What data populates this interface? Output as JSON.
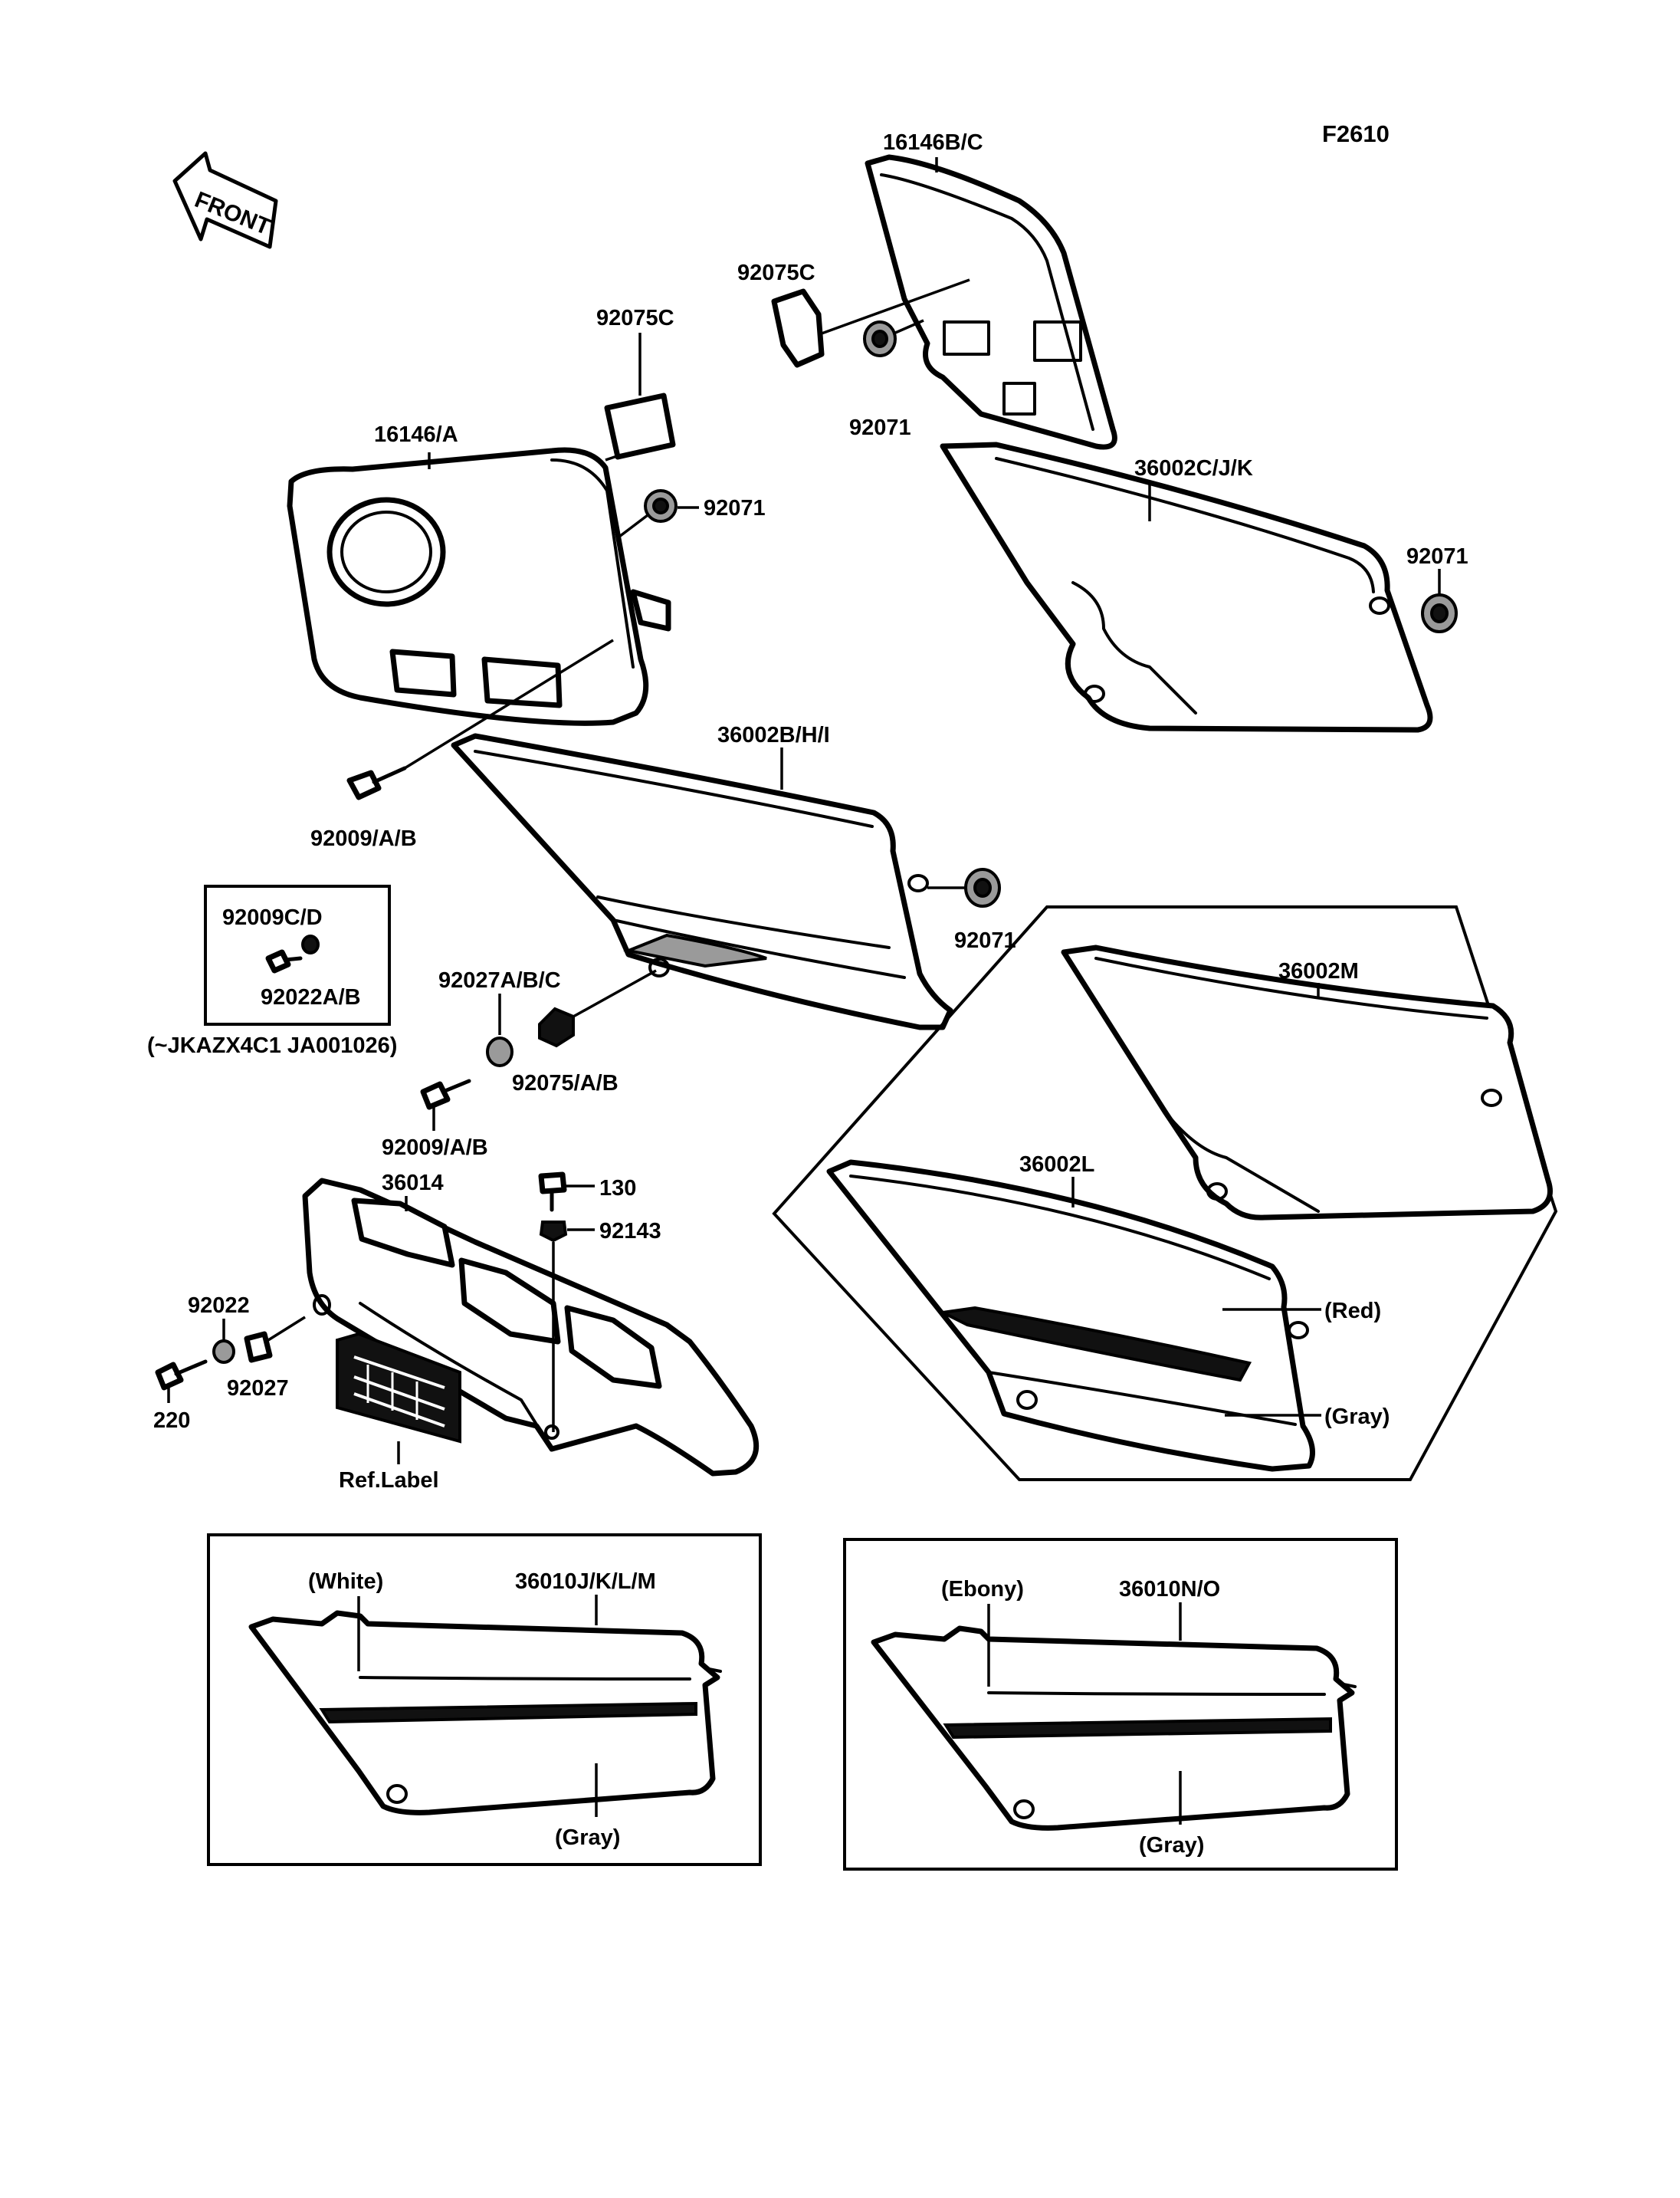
{
  "figure_code": "F2610",
  "front_arrow": "FRONT",
  "labels": {
    "p16146BC": "16146B/C",
    "p92075C_top": "92075C",
    "p92075C_left": "92075C",
    "p92071_top": "92071",
    "p16146A": "16146/A",
    "p92071_a": "92071",
    "p36002CJK": "36002C/J/K",
    "p92071_right": "92071",
    "p36002BHI": "36002B/H/I",
    "p92009AB_1": "92009/A/B",
    "p92071_mid": "92071",
    "p92009CD": "92009C/D",
    "p92022AB": "92022A/B",
    "serial": "(~JKAZX4C1 JA001026)",
    "p92027ABC": "92027A/B/C",
    "p92075AB": "92075/A/B",
    "p36002M": "36002M",
    "p92009AB_2": "92009/A/B",
    "p36014": "36014",
    "p130": "130",
    "p92143": "92143",
    "p36002L": "36002L",
    "red": "(Red)",
    "gray_1": "(Gray)",
    "p92022": "92022",
    "p92027": "92027",
    "p220": "220",
    "ref_label": "Ref.Label",
    "white": "(White)",
    "p36010JKLM": "36010J/K/L/M",
    "gray_2": "(Gray)",
    "ebony": "(Ebony)",
    "p36010NO": "36010N/O",
    "gray_3": "(Gray)"
  }
}
